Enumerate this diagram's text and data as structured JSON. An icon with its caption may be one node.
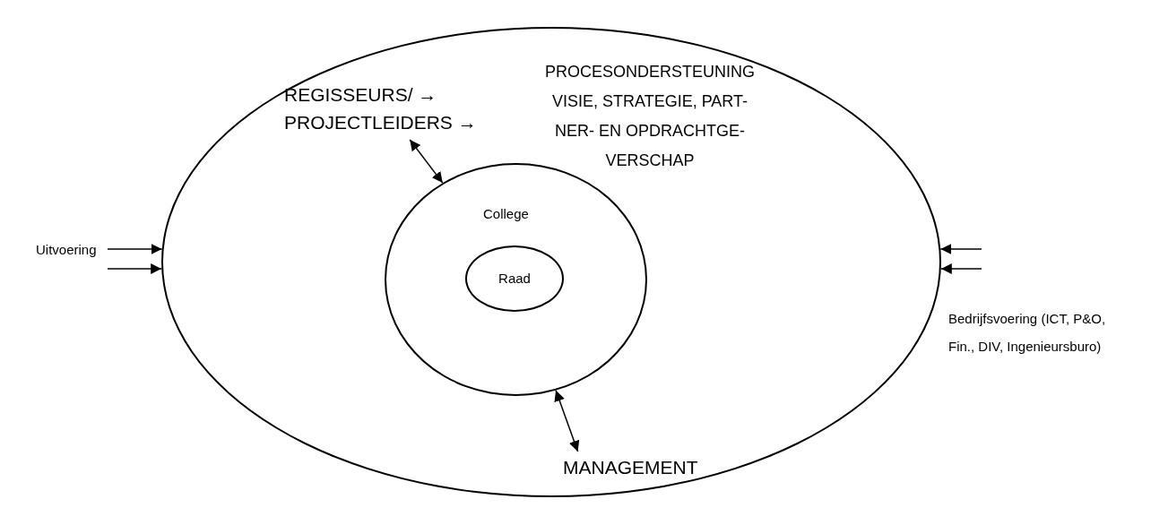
{
  "diagram": {
    "nodes": [
      {
        "text": [],
        "shape": "ellipse"
      },
      {
        "text": [
          "College"
        ],
        "in": 0
      },
      {
        "text": [
          "Raad"
        ],
        "in": 1
      },
      {
        "text": [
          "REGISSEURS/ → PROJECTLEIDERS →"
        ],
        "in": 0
      },
      {
        "text": [
          "MANAGEMENT"
        ],
        "in": 0
      }
    ],
    "edges": [
      {
        "from": 3,
        "to": 1,
        "arrow": "both"
      },
      {
        "from": 1,
        "to": 4,
        "arrow": "both"
      },
      {
        "from": null,
        "to": 0,
        "arrow": "to"
      },
      {
        "from": null,
        "to": 0,
        "arrow": "to"
      },
      {
        "from": null,
        "to": 0,
        "arrow": "to"
      },
      {
        "from": null,
        "to": 0,
        "arrow": "to"
      }
    ],
    "labels": [
      "Uitvoering",
      "PROCESONDERSTEUNING VISIE, STRATEGIE, PART- NER- EN OPDRACHTGE- VERSCHAP",
      "Bedrijfsvoering (ICT, P&O, Fin., DIV, Ingenieursburo)"
    ]
  }
}
